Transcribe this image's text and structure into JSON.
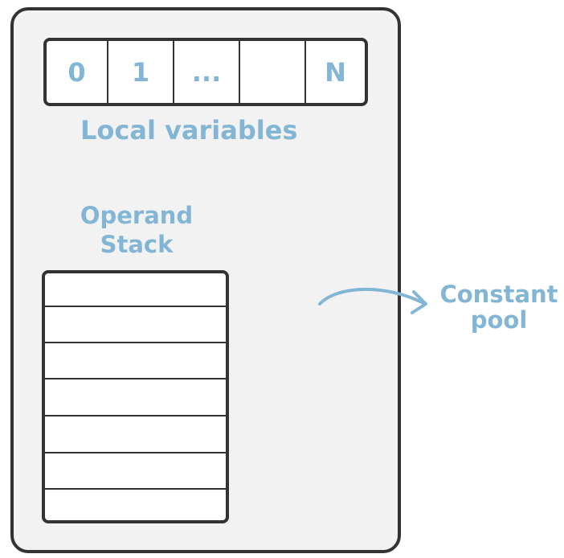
{
  "local_variables": {
    "cells": [
      "0",
      "1",
      "...",
      "",
      "N"
    ],
    "label": "Local variables"
  },
  "operand_stack": {
    "label_line1": "Operand",
    "label_line2": "Stack",
    "slot_count": 7
  },
  "constant_pool": {
    "label_line1": "Constant",
    "label_line2": "pool"
  },
  "colors": {
    "label_blue": "#83b6d4",
    "outline": "#333333",
    "frame_fill": "#f2f2f3"
  }
}
